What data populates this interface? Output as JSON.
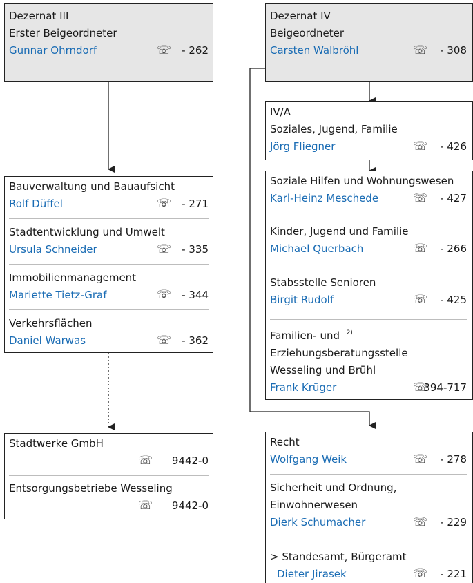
{
  "left": {
    "head": {
      "title": "Dezernat III",
      "role": "Erster Beigeordneter",
      "name": "Gunnar Ohrndorf",
      "ext": "- 262"
    },
    "units": [
      {
        "title": "Bauverwaltung und Bauaufsicht",
        "name": "Rolf Düffel",
        "ext": "- 271"
      },
      {
        "title": "Stadtentwicklung und Umwelt",
        "name": "Ursula Schneider",
        "ext": "- 335"
      },
      {
        "title": "Immobilienmanagement",
        "name": "Mariette Tietz-Graf",
        "ext": "- 344"
      },
      {
        "title": "Verkehrsflächen",
        "name": "Daniel Warwas",
        "ext": "- 362"
      }
    ],
    "companies": [
      {
        "title": "Stadtwerke GmbH",
        "ext": "9442-0"
      },
      {
        "title": "Entsorgungsbetriebe Wesseling",
        "ext": "9442-0"
      }
    ]
  },
  "right": {
    "head": {
      "title": "Dezernat IV",
      "role": "Beigeordneter",
      "name": "Carsten Walbröhl",
      "ext": "- 308"
    },
    "iva": {
      "code": "IV/A",
      "title": "Soziales, Jugend, Familie",
      "name": "Jörg Fliegner",
      "ext": "- 426"
    },
    "units": [
      {
        "title": "Soziale Hilfen und Wohnungswesen",
        "name": "Karl-Heinz Meschede",
        "ext": "- 427"
      },
      {
        "title": "Kinder, Jugend und Familie",
        "name": "Michael Querbach",
        "ext": "- 266"
      },
      {
        "title": "Stabsstelle Senioren",
        "name": "Birgit Rudolf",
        "ext": "- 425"
      }
    ],
    "family": {
      "line1": "Familien- und",
      "footnote": "2)",
      "line2": "Erziehungsberatungsstelle",
      "line3": "Wesseling und Brühl",
      "name": "Frank Krüger",
      "ext": "394-717"
    },
    "law": [
      {
        "title": "Recht",
        "name": "Wolfgang Weik",
        "ext": "- 278"
      },
      {
        "title1": "Sicherheit und Ordnung,",
        "title2": "Einwohnerwesen",
        "name": "Dierk Schumacher",
        "ext": "- 229"
      },
      {
        "title": "> Standesamt, Bürgeramt",
        "name": "Dieter Jirasek",
        "ext": "- 221"
      }
    ]
  },
  "icons": {
    "phone": "☏",
    "phone_name": "telephone-icon"
  },
  "colors": {
    "name": "#1a6cb4",
    "head_bg": "#e6e6e6",
    "border": "#222222"
  }
}
